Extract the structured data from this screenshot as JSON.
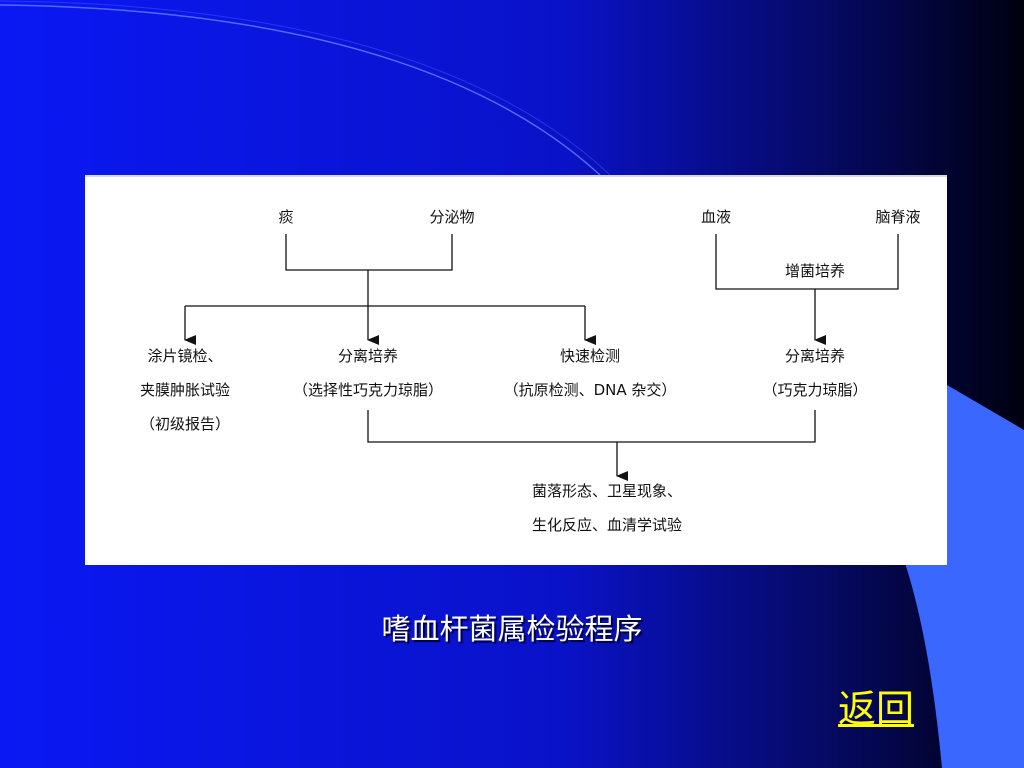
{
  "diagram": {
    "nodes": {
      "sputum": "痰",
      "secretion": "分泌物",
      "blood": "血液",
      "csf": "脑脊液",
      "enrichment": "增菌培养",
      "smear_line1": "涂片镜检、",
      "smear_line2": "夹膜肿胀试验",
      "smear_line3": "（初级报告）",
      "isolate_line1": "分离培养",
      "isolate_line2": "（选择性巧克力琼脂）",
      "rapid_line1": "快速检测",
      "rapid_line2": "（抗原检测、DNA 杂交）",
      "isolate2_line1": "分离培养",
      "isolate2_line2": "（巧克力琼脂）",
      "id_line1": "菌落形态、卫星现象、",
      "id_line2": "生化反应、血清学试验"
    }
  },
  "caption": "嗜血杆菌属检验程序",
  "nav": {
    "back_label": "返回"
  },
  "colors": {
    "background": "#0a14e0",
    "accent_shape": "#3a68ff",
    "caption_text": "#ffffff",
    "link_text": "#ffff00"
  }
}
